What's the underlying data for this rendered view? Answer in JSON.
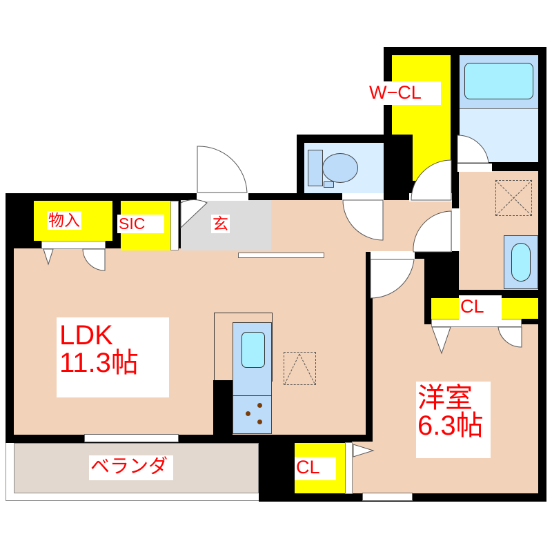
{
  "floor_plan": {
    "type": "apartment-1LDK",
    "rooms": [
      {
        "id": "ldk",
        "label_line1": "LDK",
        "label_line2": "11.3帖"
      },
      {
        "id": "western",
        "label_line1": "洋室",
        "label_line2": "6.3帖"
      },
      {
        "id": "walk_in_closet",
        "label": "W−CL"
      },
      {
        "id": "closet_bedroom",
        "label": "CL"
      },
      {
        "id": "closet_lower",
        "label": "CL"
      },
      {
        "id": "storage",
        "label": "物入"
      },
      {
        "id": "shoe_closet",
        "label": "SIC"
      },
      {
        "id": "entrance",
        "label": "玄"
      },
      {
        "id": "veranda",
        "label": "ベランダ"
      }
    ],
    "colors": {
      "wall": "#000000",
      "floor": "#f2d2b8",
      "storage": "#ffff00",
      "wet_area": "#d9eeff",
      "entrance": "#dcdcdc",
      "veranda": "#e2d8cf",
      "label_text": "#ff0000"
    }
  }
}
